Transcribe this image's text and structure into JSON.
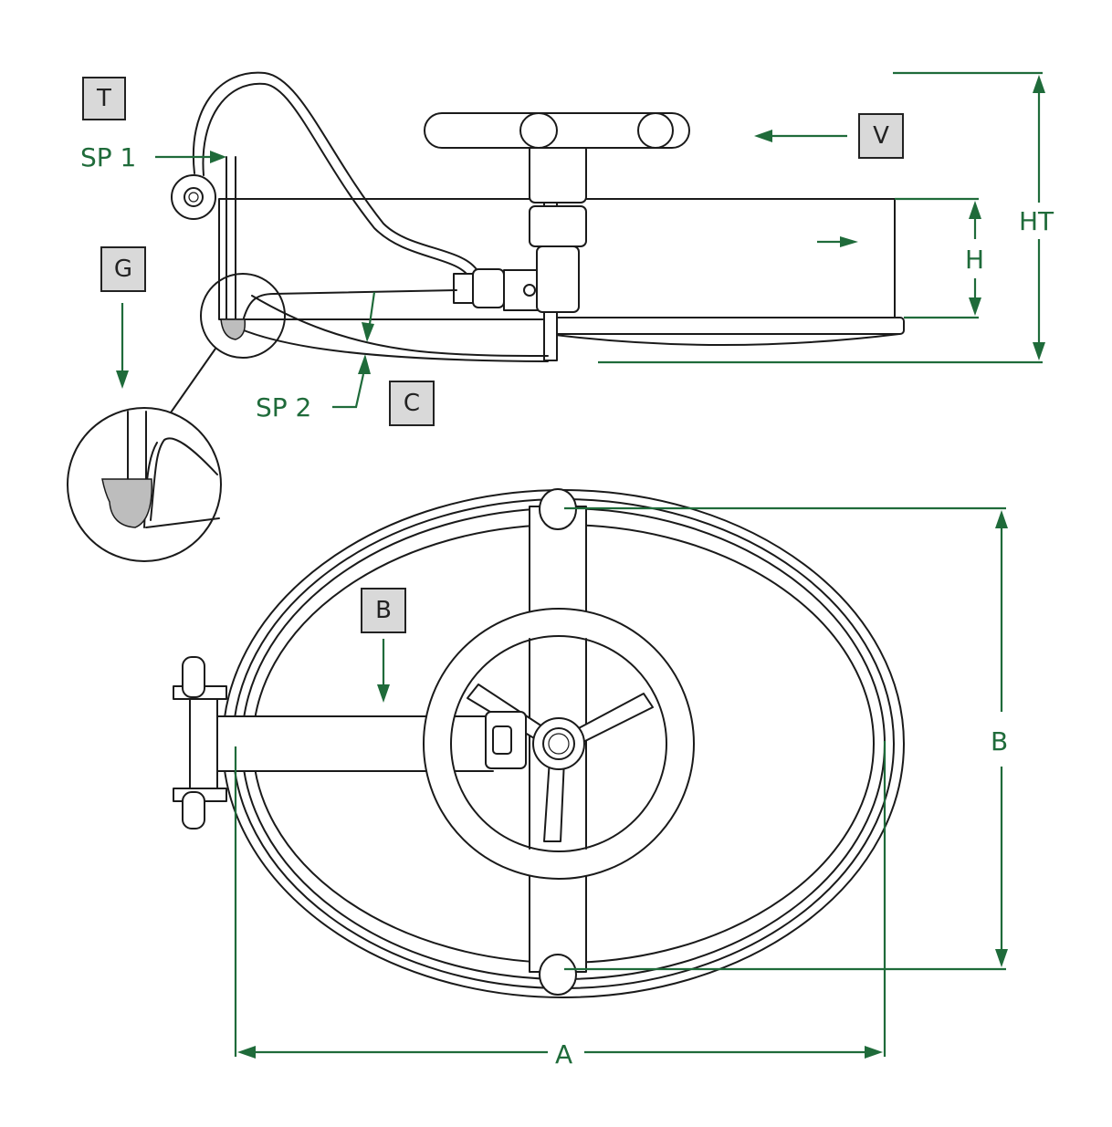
{
  "tags": {
    "t": "T",
    "v": "V",
    "g": "G",
    "c": "C",
    "b": "B"
  },
  "dimensions": {
    "sp1": "SP 1",
    "sp2": "SP 2",
    "h": "H",
    "ht": "HT",
    "a": "A",
    "b": "B"
  },
  "colors": {
    "dimension": "#1f6b3a",
    "tag_fill": "#d9d9d9",
    "line": "#1a1a1a"
  }
}
